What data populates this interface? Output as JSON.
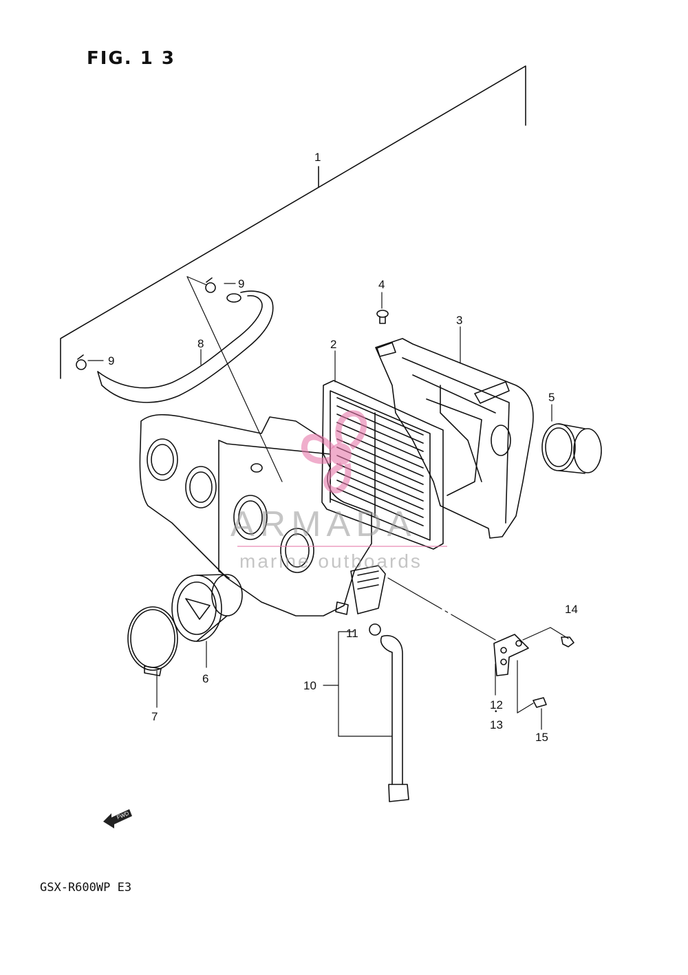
{
  "figure": {
    "title": "FIG. 1 3"
  },
  "model_code": "GSX-R600WP  E3",
  "watermark": {
    "brand": "ARMADA",
    "tagline": "marine outboards"
  },
  "fwd_label": "FWD",
  "callouts": {
    "c1": "1",
    "c2": "2",
    "c3": "3",
    "c4": "4",
    "c5": "5",
    "c6": "6",
    "c7": "7",
    "c8": "8",
    "c9a": "9",
    "c9b": "9",
    "c10": "10",
    "c11": "11",
    "c12": "12",
    "c13": "13",
    "c14": "14",
    "c15": "15"
  },
  "icons": {
    "fwd": "fwd-arrow-icon",
    "watermark": "armada-propeller-logo-icon"
  }
}
